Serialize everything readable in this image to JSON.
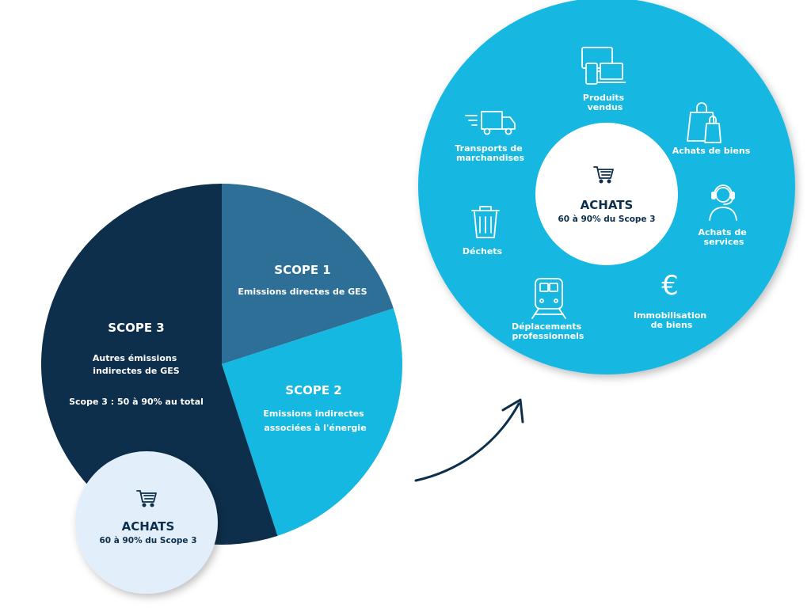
{
  "colors": {
    "scope1": "#2d6f96",
    "scope2": "#14b8e1",
    "scope3": "#0d2f4b",
    "achats_small_bg": "#e3eefb",
    "ring_bg": "#14b8e1",
    "arrow": "#0d2f4b"
  },
  "chart_data": {
    "type": "pie",
    "slices": [
      {
        "name": "SCOPE 1",
        "value": 20
      },
      {
        "name": "SCOPE 2",
        "value": 25
      },
      {
        "name": "SCOPE 3",
        "value": 55
      }
    ]
  },
  "scope1": {
    "title": "SCOPE 1",
    "desc": "Emissions directes de GES"
  },
  "scope2": {
    "title": "SCOPE 2",
    "desc_line1": "Emissions indirectes",
    "desc_line2": "associées à l'énergie"
  },
  "scope3": {
    "title": "SCOPE 3",
    "desc_line1": "Autres émissions",
    "desc_line2": "indirectes de GES",
    "share": "Scope 3 : 50 à 90% au total"
  },
  "achats_small": {
    "icon": "cart-icon",
    "title": "ACHATS",
    "subtitle": "60 à 90% du Scope 3"
  },
  "achats_big": {
    "icon": "cart-icon",
    "title": "ACHATS",
    "subtitle": "60 à 90% du Scope 3"
  },
  "categories": [
    {
      "icon": "devices-icon",
      "line1": "Produits",
      "line2": "vendus"
    },
    {
      "icon": "shopping-bags-icon",
      "line1": "Achats de biens",
      "line2": ""
    },
    {
      "icon": "headset-person-icon",
      "line1": "Achats de",
      "line2": "services"
    },
    {
      "icon": "euro-icon",
      "line1": "Immobilisation",
      "line2": "de biens"
    },
    {
      "icon": "train-icon",
      "line1": "Déplacements",
      "line2": "professionnels"
    },
    {
      "icon": "trash-icon",
      "line1": "Déchets",
      "line2": ""
    },
    {
      "icon": "delivery-truck-icon",
      "line1": "Transports de",
      "line2": "marchandises"
    }
  ]
}
